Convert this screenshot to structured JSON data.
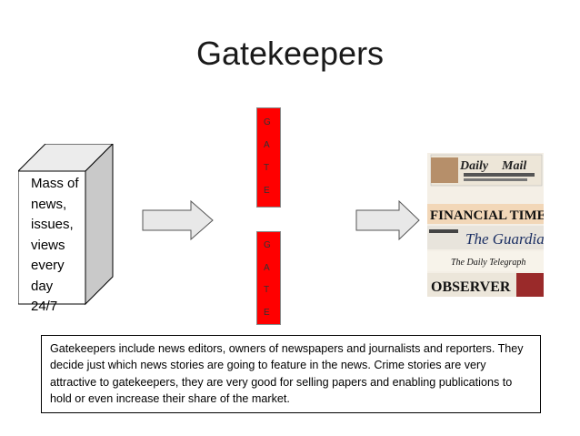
{
  "slide": {
    "title": "Gatekeepers",
    "source_box": {
      "text": "Mass of\nnews,\nissues,\nviews\nevery day\n24/7"
    },
    "gates": [
      {
        "letters": [
          "G",
          "A",
          "T",
          "E"
        ]
      },
      {
        "letters": [
          "G",
          "A",
          "T",
          "E"
        ]
      }
    ],
    "newspapers": {
      "mastheads": [
        "Daily",
        "Mail",
        "FINANCIAL TIMES",
        "The Guardian",
        "The Daily Telegraph",
        "OBSERVER"
      ]
    },
    "caption": "Gatekeepers include news editors, owners of newspapers and journalists and reporters. They decide just which news stories are going to feature  in the news. Crime stories are very attractive to gatekeepers, they are very good for selling papers and enabling publications to hold or even increase their share of the market."
  },
  "colors": {
    "gate_fill": "#ff0000",
    "arrow_fill": "#e8e8e8",
    "box_shadow": "#c9c9c9",
    "text": "#000000"
  }
}
